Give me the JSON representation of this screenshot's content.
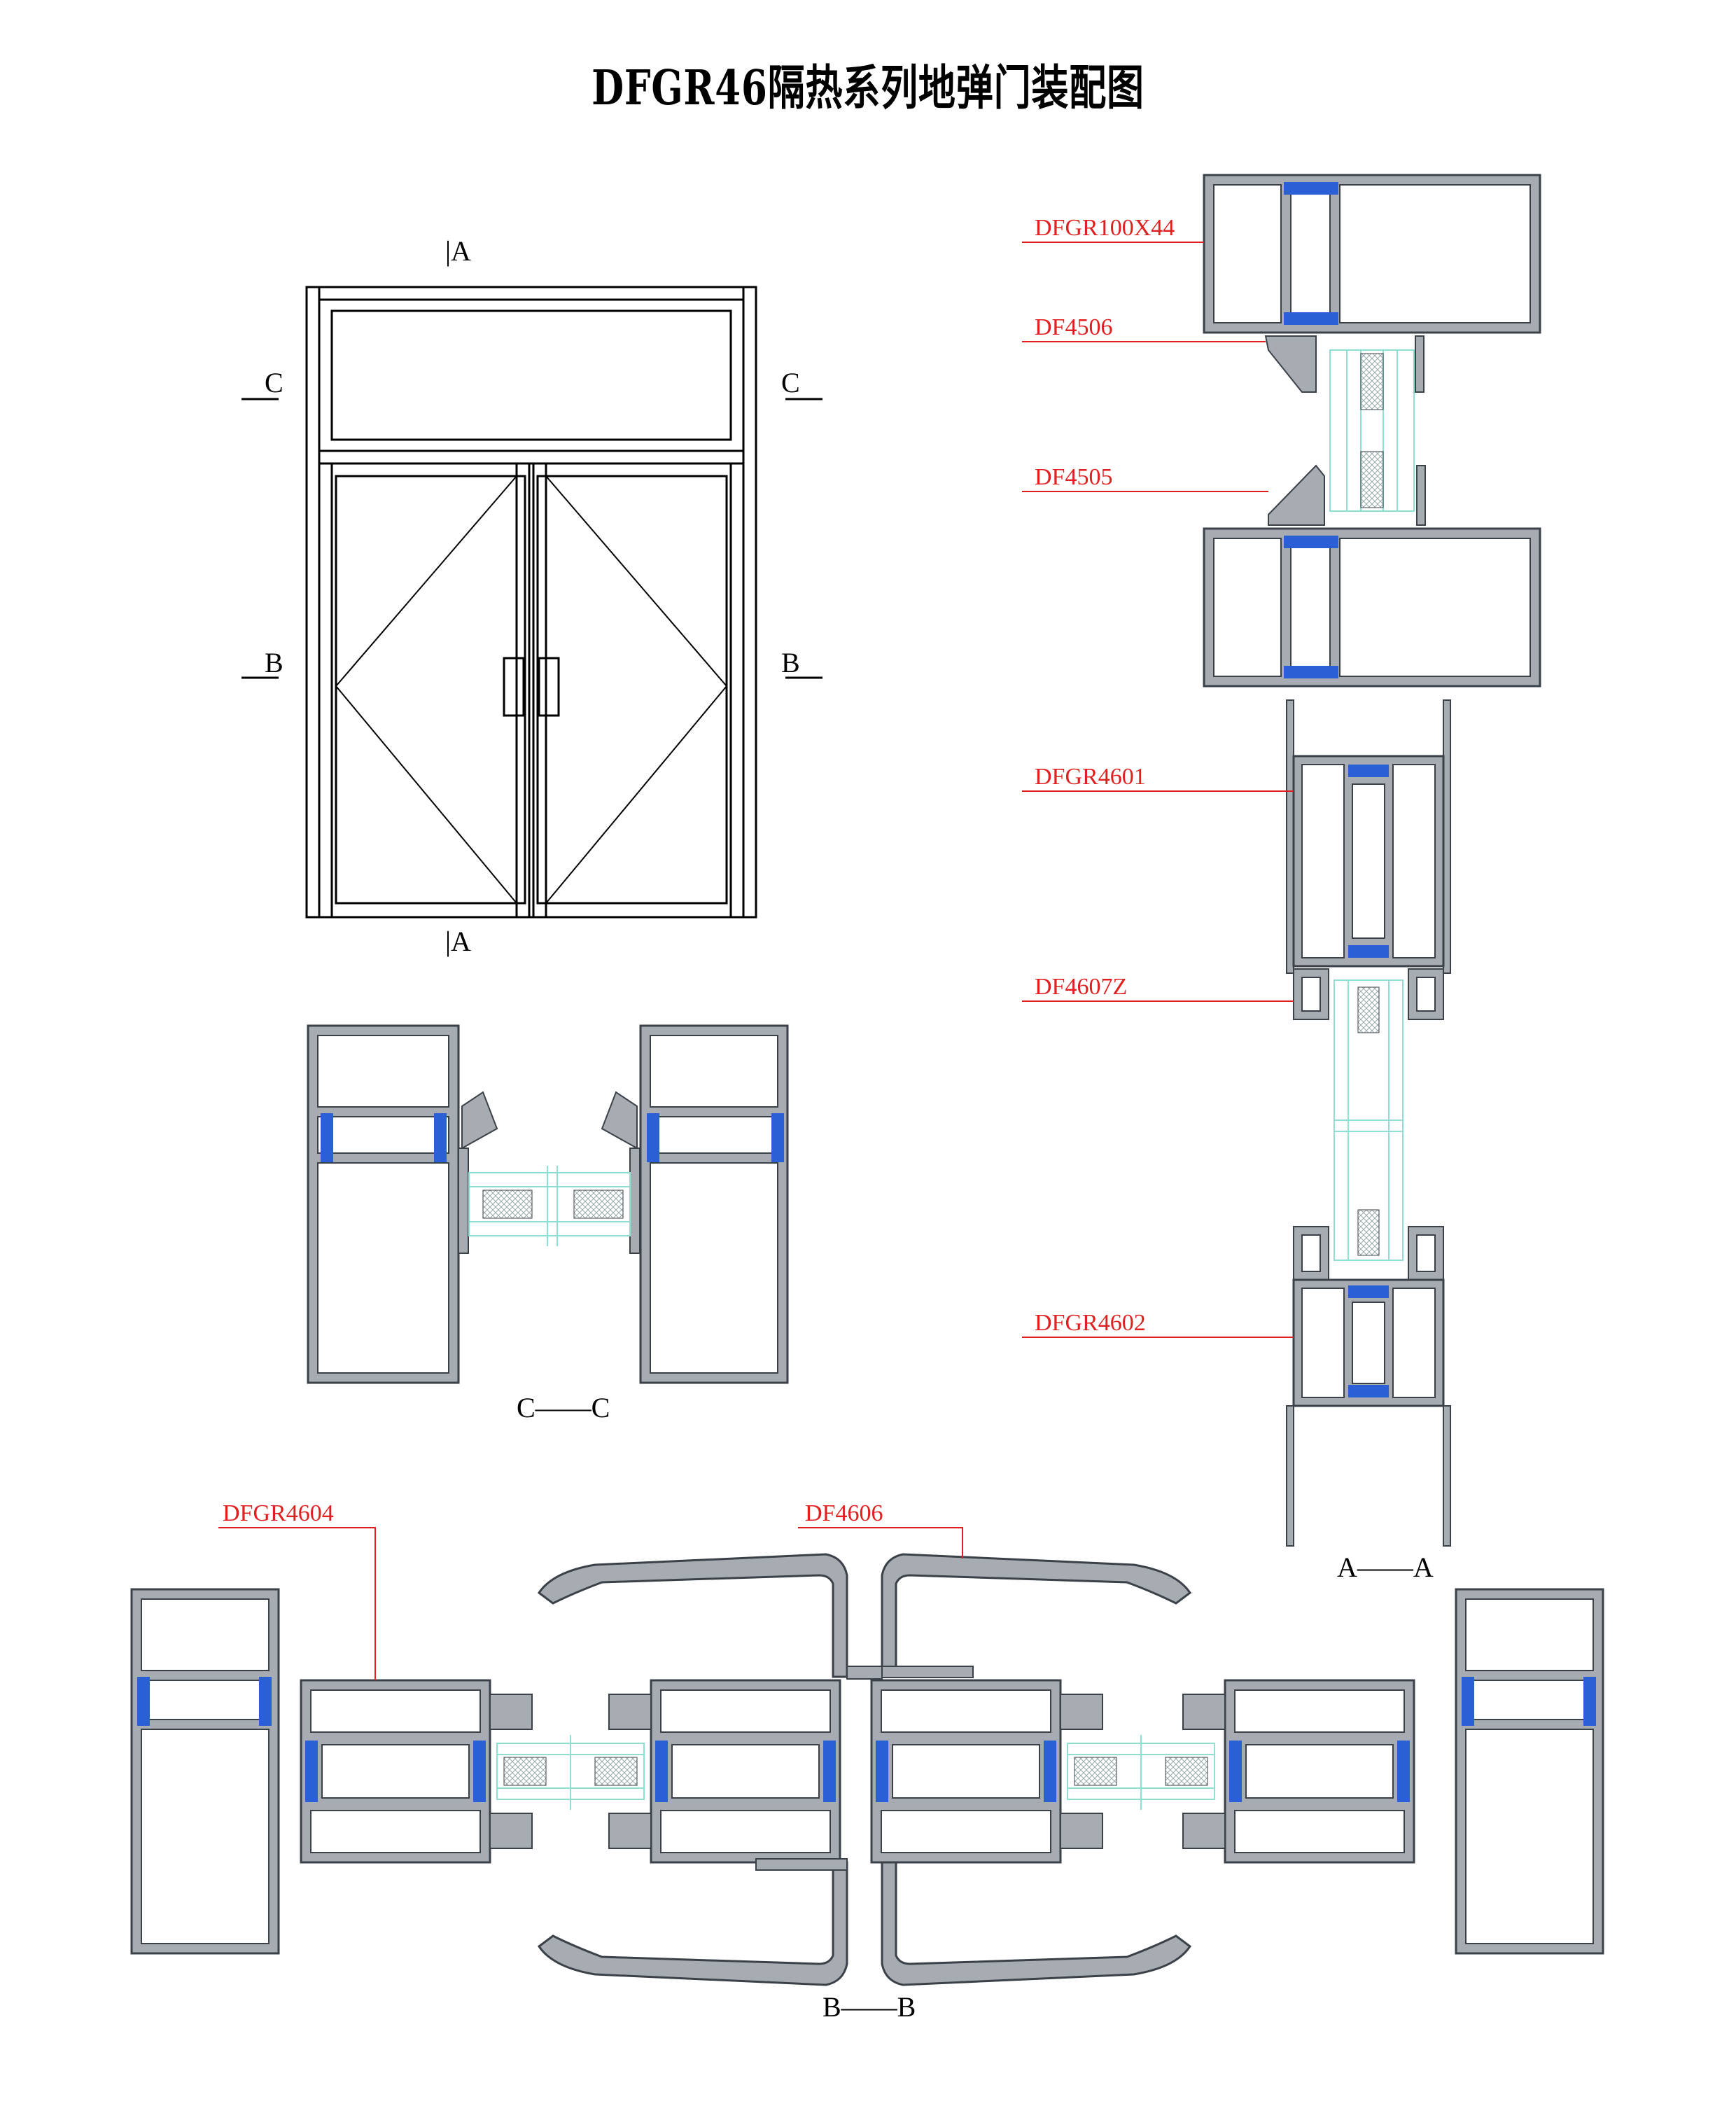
{
  "title": "DFGR46隔热系列地弹门装配图",
  "elevation": {
    "section_marks": {
      "a_top": "|A",
      "a_bottom": "|A",
      "c_left": "C",
      "c_right": "C",
      "b_left": "B",
      "b_right": "B"
    }
  },
  "profile_labels": {
    "dfgr100x44": "DFGR100X44",
    "df4506": "DF4506",
    "df4505": "DF4505",
    "dfgr4601": "DFGR4601",
    "df4607z": "DF4607Z",
    "dfgr4602": "DFGR4602",
    "dfgr4604": "DFGR4604",
    "df4606": "DF4606"
  },
  "section_titles": {
    "cc": "C——C",
    "aa": "A——A",
    "bb": "B——B"
  },
  "colors": {
    "profile_fill": "#a6acb1",
    "profile_stroke": "#3b4148",
    "thermal_break": "#2a5fd6",
    "glass_line": "#8fded4",
    "leader_line": "#e02020",
    "label_text": "#e02020"
  }
}
